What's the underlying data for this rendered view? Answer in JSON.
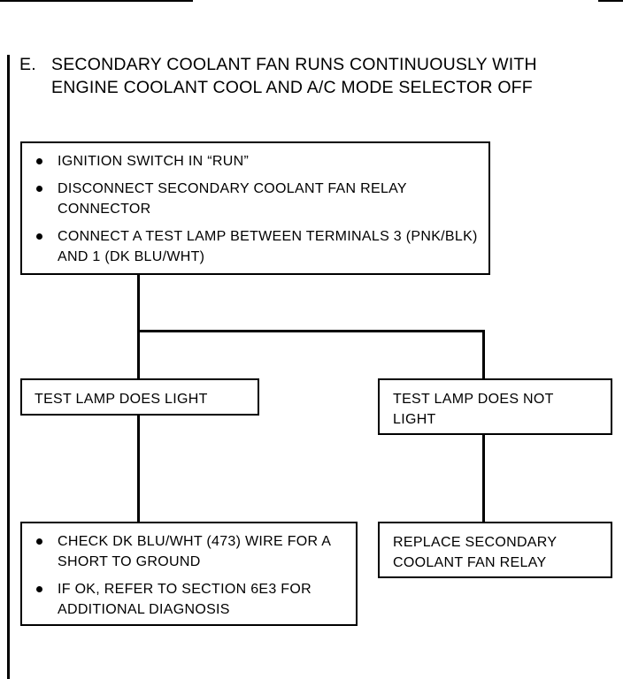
{
  "heading": {
    "letter": "E.",
    "title": "SECONDARY COOLANT FAN RUNS CONTINUOUSLY WITH ENGINE COOLANT COOL AND A/C MODE SELECTOR OFF"
  },
  "start_box": {
    "items": [
      "IGNITION SWITCH IN “RUN”",
      "DISCONNECT SECONDARY COOLANT FAN RELAY CONNECTOR",
      "CONNECT A TEST LAMP BETWEEN TERMINALS 3 (PNK/BLK) AND 1 (DK BLU/WHT)"
    ]
  },
  "branch_left": {
    "label": "TEST LAMP DOES LIGHT"
  },
  "branch_right": {
    "label": "TEST LAMP DOES NOT LIGHT"
  },
  "result_left": {
    "items": [
      "CHECK DK BLU/WHT (473) WIRE FOR A SHORT TO GROUND",
      "IF OK, REFER TO SECTION 6E3 FOR ADDITIONAL DIAGNOSIS"
    ]
  },
  "result_right": {
    "label": "REPLACE SECONDARY COOLANT FAN RELAY"
  }
}
